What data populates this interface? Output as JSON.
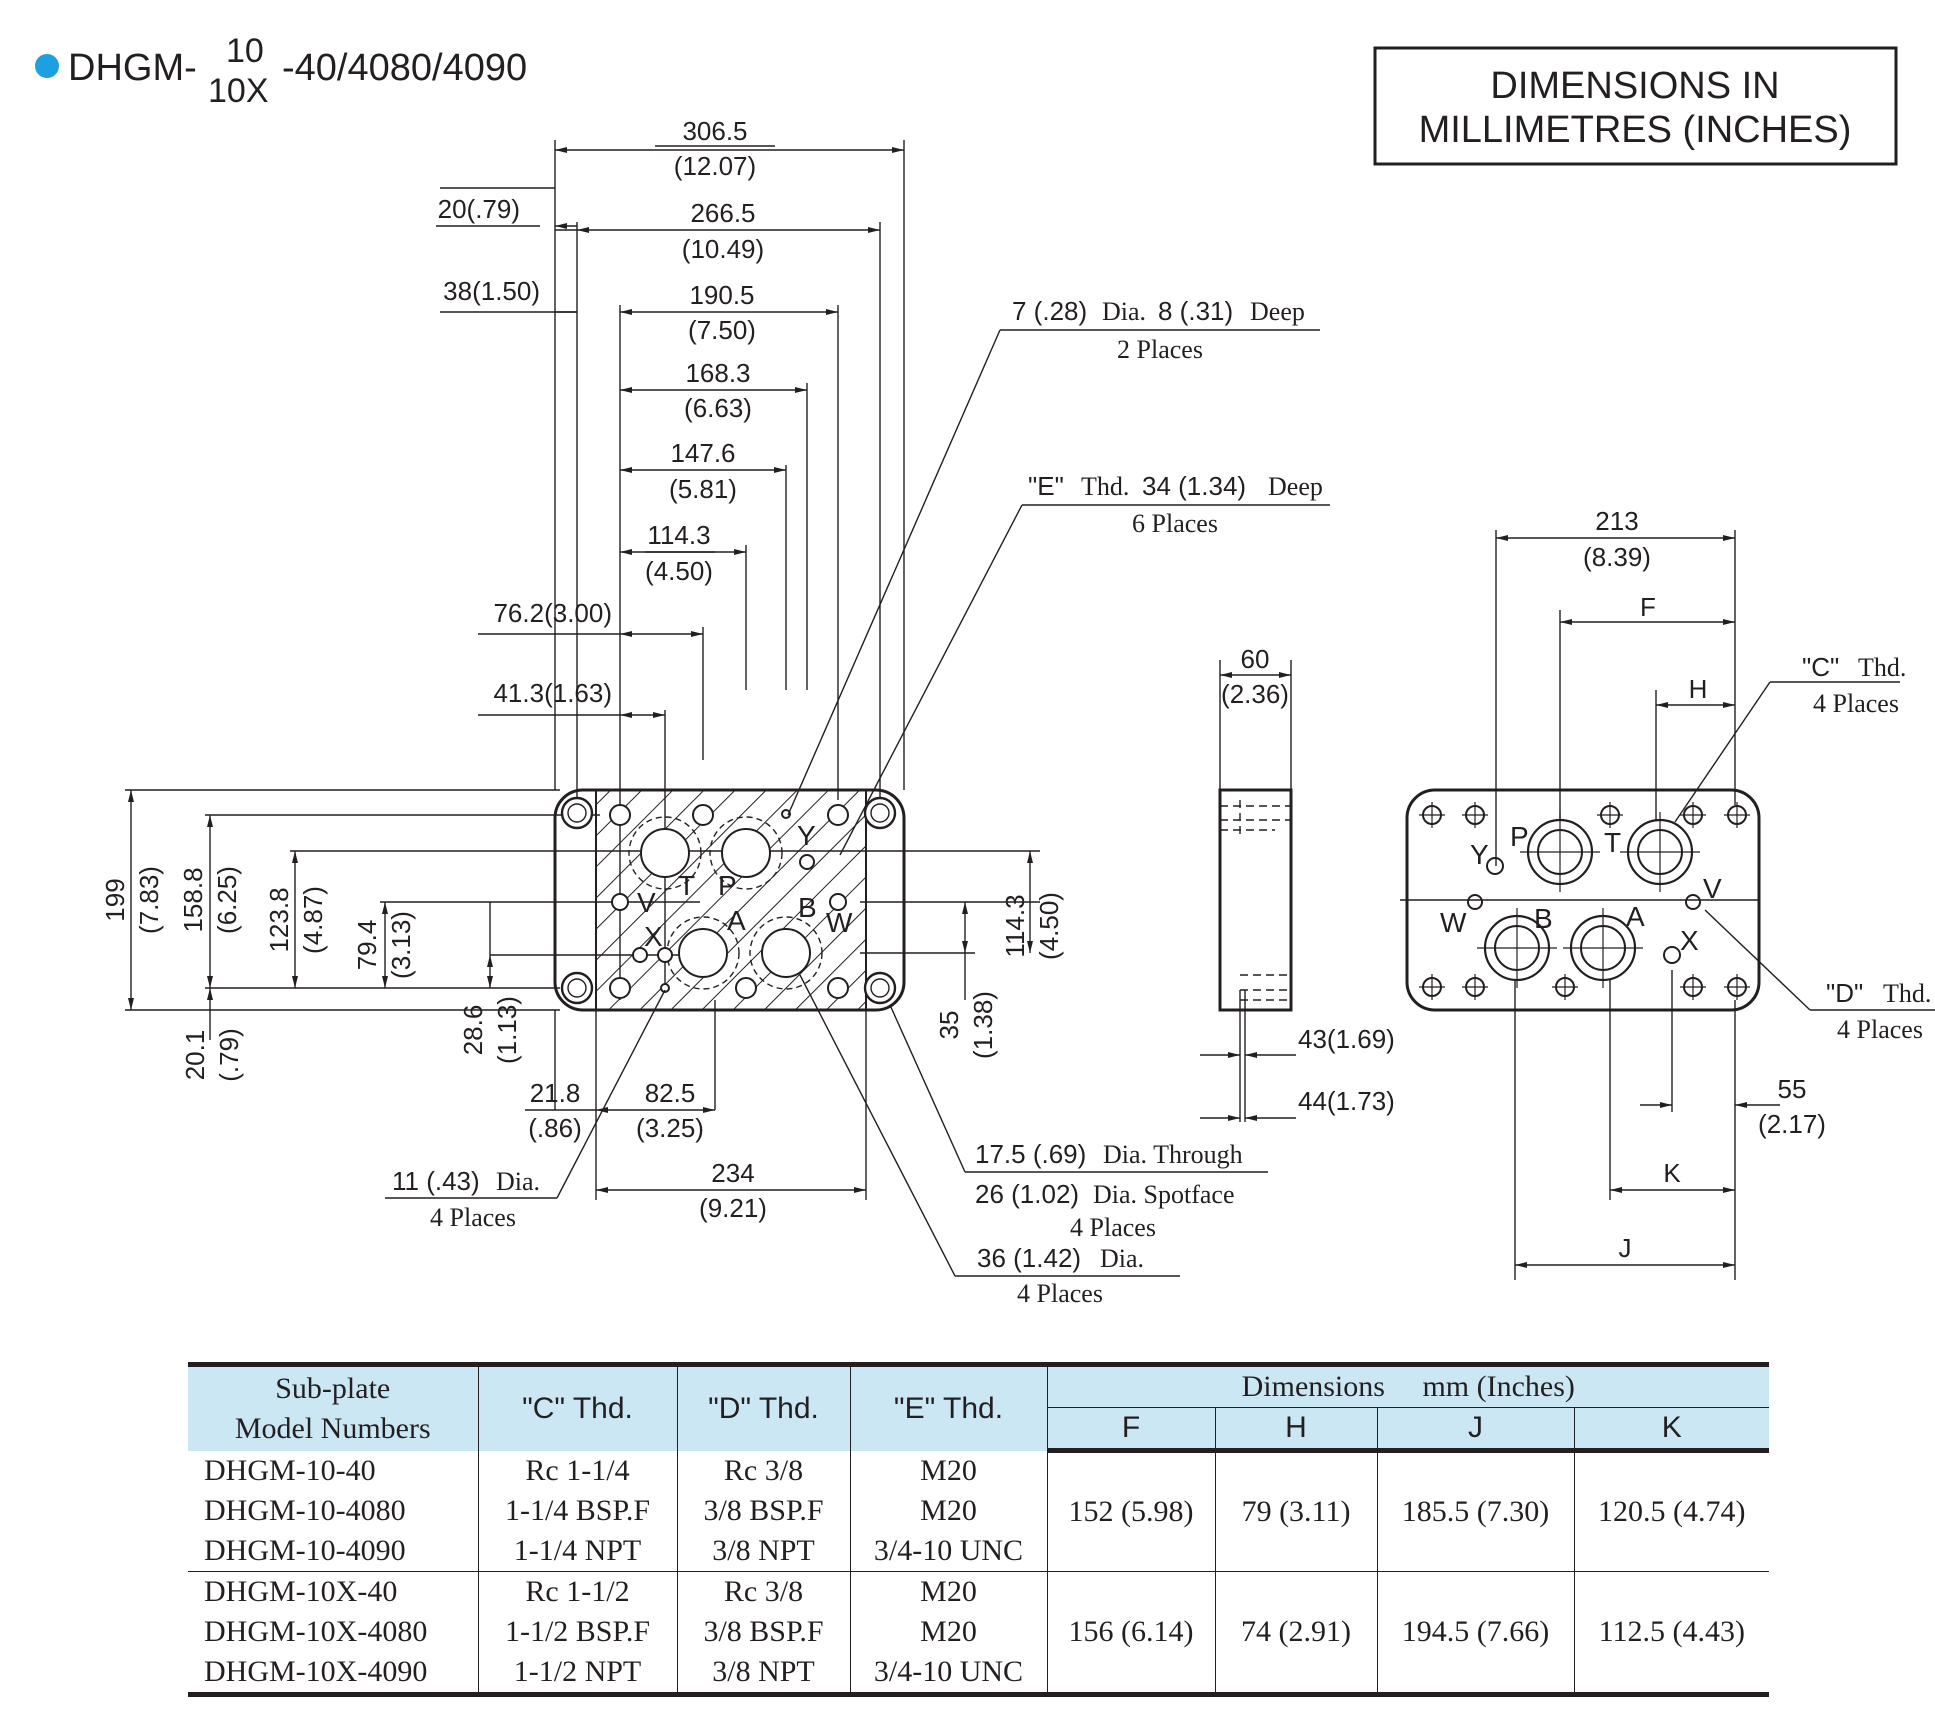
{
  "header": {
    "model_prefix": "DHGM-",
    "model_top": "10",
    "model_bottom": "10X",
    "model_suffix": "-40/4080/4090",
    "units_line1": "DIMENSIONS IN",
    "units_line2": "MILLIMETRES (INCHES)",
    "bullet_color": "#1ba0e2"
  },
  "top_dims": [
    {
      "mm": "306.5",
      "in": "(12.07)"
    },
    {
      "mm": "266.5",
      "in": "(10.49)"
    },
    {
      "mm": "190.5",
      "in": "(7.50)"
    },
    {
      "mm": "168.3",
      "in": "(6.63)"
    },
    {
      "mm": "147.6",
      "in": "(5.81)"
    },
    {
      "mm": "114.3",
      "in": "(4.50)"
    }
  ],
  "left_offsets": [
    "20(.79)",
    "38(1.50)",
    "76.2(3.00)",
    "41.3(1.63)"
  ],
  "vertical_dims": [
    {
      "mm": "199",
      "in": "(7.83)"
    },
    {
      "mm": "158.8",
      "in": "(6.25)"
    },
    {
      "mm": "123.8",
      "in": "(4.87)"
    },
    {
      "mm": "79.4",
      "in": "(3.13)"
    },
    {
      "mm": "28.6",
      "in": "(1.13)"
    },
    {
      "mm": "20.1",
      "in": "(.79)"
    },
    {
      "mm": "114.3",
      "in": "(4.50)"
    },
    {
      "mm": "35",
      "in": "(1.38)"
    }
  ],
  "bottom_dims": [
    {
      "mm": "21.8",
      "in": "(.86)"
    },
    {
      "mm": "82.5",
      "in": "(3.25)"
    },
    {
      "mm": "234",
      "in": "(9.21)"
    }
  ],
  "callouts": {
    "hole7": {
      "size": "7 (.28)",
      "text": "Dia.",
      "depth": "8 (.31)",
      "deep": "Deep",
      "places": "2 Places"
    },
    "threadE": {
      "label": "\"E\"",
      "text": "Thd.",
      "depth": "34 (1.34)",
      "deep": "Deep",
      "places": "6 Places"
    },
    "hole11": {
      "size": "11 (.43)",
      "text": "Dia.",
      "places": "4 Places"
    },
    "through": {
      "size1": "17.5 (.69)",
      "text1": "Dia. Through",
      "size2": "26 (1.02)",
      "text2": "Dia. Spotface",
      "places": "4 Places"
    },
    "dia36": {
      "size": "36 (1.42)",
      "text": "Dia.",
      "places": "4 Places"
    },
    "threadC": {
      "label": "\"C\"",
      "text": "Thd.",
      "places": "4 Places"
    },
    "threadD": {
      "label": "\"D\"",
      "text": "Thd.",
      "places": "4 Places"
    }
  },
  "side_view": {
    "width_mm": "60",
    "width_in": "(2.36)",
    "d43": "43(1.69)",
    "d44": "44(1.73)"
  },
  "rear_view": {
    "w_mm": "213",
    "w_in": "(8.39)",
    "F": "F",
    "H": "H",
    "K": "K",
    "J": "J",
    "d55_mm": "55",
    "d55_in": "(2.17)"
  },
  "port_labels": {
    "Y": "Y",
    "V": "V",
    "T": "T",
    "P": "P",
    "B": "B",
    "W": "W",
    "X": "X",
    "A": "A"
  },
  "table": {
    "header": {
      "col_model": "Sub-plate",
      "col_model2": "Model Numbers",
      "col_c": "\"C\"  Thd.",
      "col_d": "\"D\"  Thd.",
      "col_e": "\"E\"  Thd.",
      "dims": "Dimensions     mm (Inches)",
      "F": "F",
      "H": "H",
      "J": "J",
      "K": "K"
    },
    "rows": [
      {
        "model": "DHGM-10-40",
        "c": "Rc 1-1/4",
        "d": "Rc 3/8",
        "e": "M20"
      },
      {
        "model": "DHGM-10-4080",
        "c": "1-1/4 BSP.F",
        "d": "3/8 BSP.F",
        "e": "M20"
      },
      {
        "model": "DHGM-10-4090",
        "c": "1-1/4 NPT",
        "d": "3/8 NPT",
        "e": "3/4-10 UNC"
      },
      {
        "model": "DHGM-10X-40",
        "c": "Rc 1-1/2",
        "d": "Rc 3/8",
        "e": "M20"
      },
      {
        "model": "DHGM-10X-4080",
        "c": "1-1/2 BSP.F",
        "d": "3/8 BSP.F",
        "e": "M20"
      },
      {
        "model": "DHGM-10X-4090",
        "c": "1-1/2 NPT",
        "d": "3/8 NPT",
        "e": "3/4-10 UNC"
      }
    ],
    "dims": [
      {
        "F": "152 (5.98)",
        "H": "79 (3.11)",
        "J": "185.5 (7.30)",
        "K": "120.5 (4.74)"
      },
      {
        "F": "156 (6.14)",
        "H": "74 (2.91)",
        "J": "194.5 (7.66)",
        "K": "112.5 (4.43)"
      }
    ]
  }
}
